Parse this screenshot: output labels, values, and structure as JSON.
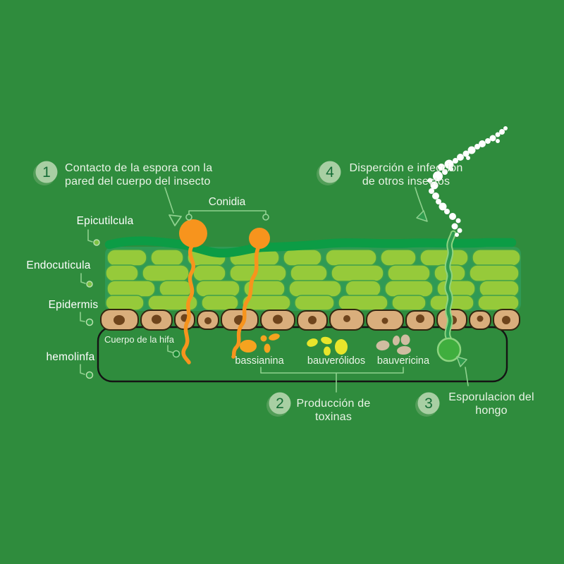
{
  "steps": [
    {
      "num": "1",
      "line1": "Contacto de la espora con la",
      "line2": "pared del cuerpo del insecto"
    },
    {
      "num": "2",
      "line1": "Producción de",
      "line2": "toxinas"
    },
    {
      "num": "3",
      "line1": "Esporulacion del",
      "line2": "hongo"
    },
    {
      "num": "4",
      "line1": "Disperción e infeccion",
      "line2": "de otros insectos"
    }
  ],
  "layers": {
    "epicuticula": "Epicutilcula",
    "endocuticula": "Endocuticula",
    "epidermis": "Epidermis",
    "hemolinfa": "hemolinfa"
  },
  "annotations": {
    "conidia": "Conidia",
    "cuerpo_hifa": "Cuerpo de la hifa"
  },
  "toxins": [
    {
      "name": "bassianina",
      "color": "#f5a31f"
    },
    {
      "name": "bauverólidos",
      "color": "#e8e52b"
    },
    {
      "name": "bauvericina",
      "color": "#cfbda1"
    }
  ],
  "colors": {
    "background": "#2f8c3d",
    "epicuticle_band": "#0c9c45",
    "endocuticle_block": "#96ca3a",
    "endocuticle_gap": "#2f9a55",
    "epidermis_cell": "#d9ae7c",
    "cell_nucleus": "#6e441c",
    "conidia_orange": "#f7941d",
    "sporulation_green": "#3fae3e",
    "spores_white": "#ffffff",
    "badge_fill": "#a8cfa3",
    "badge_shadow": "#6aa86a",
    "badge_text": "#156d36",
    "leader_green": "#8fd18f",
    "box_outline": "#141414"
  }
}
